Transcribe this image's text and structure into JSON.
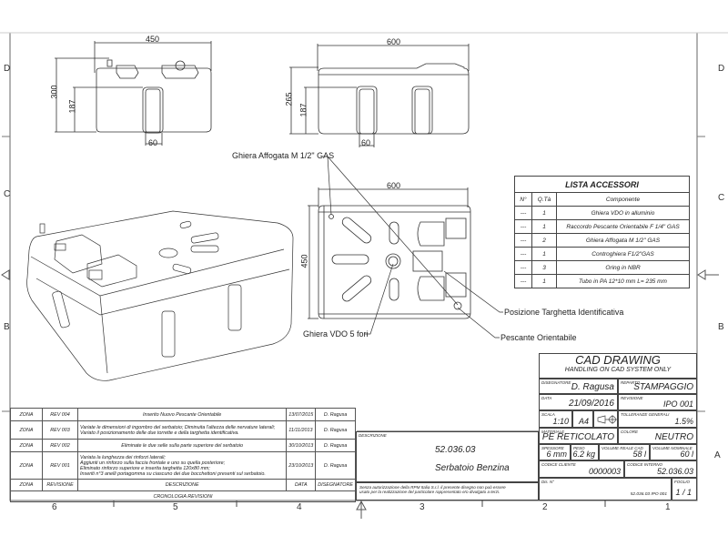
{
  "border": {
    "columns": [
      "6",
      "5",
      "4",
      "3",
      "2",
      "1"
    ],
    "rows_left": [
      "D",
      "C",
      "B"
    ],
    "rows_right": [
      "D",
      "C",
      "B",
      "A"
    ]
  },
  "views": {
    "front": {
      "width": "450",
      "height": "300",
      "inner_height": "187",
      "rib_width": "60"
    },
    "side": {
      "width": "600",
      "height": "265",
      "inner_height": "187",
      "rib_width": "60"
    },
    "top": {
      "width": "600",
      "height": "450"
    }
  },
  "callouts": {
    "ghiera_affogata": "Ghiera  Affogata M 1/2\" GAS",
    "ghiera_vdo": "Ghiera VDO 5 fori",
    "targhetta": "Posizione Targhetta Identificativa",
    "pescante": "Pescante Orientabile"
  },
  "accessories": {
    "title": "LISTA ACCESSORI",
    "headers": [
      "N°",
      "Q.Tà",
      "Componente"
    ],
    "rows": [
      {
        "n": "---",
        "qty": "1",
        "component": "Ghiera VDO in alluminio"
      },
      {
        "n": "---",
        "qty": "1",
        "component": "Raccordo Pescante Orientabile F 1/4\" GAS"
      },
      {
        "n": "---",
        "qty": "2",
        "component": "Ghiera Affogata M 1/2\" GAS"
      },
      {
        "n": "---",
        "qty": "1",
        "component": "Controghiera F1/2\"GAS"
      },
      {
        "n": "---",
        "qty": "3",
        "component": "Oring in NBR"
      },
      {
        "n": "---",
        "qty": "1",
        "component": "Tubo in PA 12*10 mm L= 235 mm"
      }
    ]
  },
  "revisions": {
    "rows": [
      {
        "zona": "ZONA",
        "rev": "REV 004",
        "desc": [
          "Inserito Nuovo Pescante Orientabile"
        ],
        "date": "13/07/2015",
        "author": "D. Ragusa"
      },
      {
        "zona": "ZONA",
        "rev": "REV 003",
        "desc": [
          "Variate le dimensioni di ingombro del serbatoio; Diminuita l'altezza delle nervature laterali;",
          "Variato il posizionamento delle due torrette e della targhetta identificativa."
        ],
        "date": "11/11/2013",
        "author": "D. Ragusa"
      },
      {
        "zona": "ZONA",
        "rev": "REV 002",
        "desc": [
          "Eliminate le due selle sulla parte superiore del serbatoio"
        ],
        "date": "30/10/2013",
        "author": "D. Ragusa"
      },
      {
        "zona": "ZONA",
        "rev": "REV 001",
        "desc": [
          "Variata la lunghezza dei rinforzi laterali;",
          "Aggiunti un rinforzo sulla faccia frontale e uno su quella posteriore;",
          "Eliminato rinforzo superiore e inserita targhetta 120x80 mm;",
          "Inseriti n°3 anelli portagomma su ciascuno dei due bocchettoni presenti sul serbatoio."
        ],
        "date": "23/10/2013",
        "author": "D. Ragusa"
      }
    ],
    "header": {
      "zona": "ZONA",
      "rev": "REVISIONE",
      "desc": "DESCRIZIONE",
      "date": "DATA",
      "author": "DISEGNATORE"
    },
    "footer": "CRONOLOGIA REVISIONI"
  },
  "description": {
    "caption": "DESCRIZIONE",
    "code": "52.036.03",
    "name": "Serbatoio Benzina",
    "disclaimer_1": "Senza autorizzazione della RPM Italia S.r.l. il presente disegno non può essere",
    "disclaimer_2": "usato per la realizzazione del particolare rappresentato e/o divulgato a terzi."
  },
  "title_block": {
    "title": "CAD  DRAWING",
    "subtitle": "HANDLING  ON  CAD SYSTEM  ONLY",
    "designer_label": "DISEGNATORE",
    "designer": "D. Ragusa",
    "department_label": "REPARTO",
    "department": "STAMPAGGIO",
    "date_label": "DATA",
    "date": "21/09/2016",
    "revision_label": "REVISIONE",
    "revision": "IPO 001",
    "scale_label": "SCALA",
    "scale": "1:10",
    "format": "A4",
    "tolerance_label": "TOLLERANZE GENERALI",
    "tolerance": "1.5%",
    "material_label": "MATERIALE",
    "material": "PE RETICOLATO",
    "color_label": "COLORE",
    "color": "NEUTRO",
    "thickness_label": "SPESSORE",
    "thickness": "6 mm",
    "weight_label": "PESO",
    "weight": "6.2 kg",
    "cad_volume_label": "VOLUME Reale CAD",
    "cad_volume": "58 l",
    "nominal_volume_label": "VOLUME Nominale",
    "nominal_volume": "60 l",
    "client_code_label": "CODICE CLIENTE",
    "client_code": "0000003",
    "internal_code_label": "CODICE INTERNO",
    "internal_code": "52.036.03",
    "drawing_no_label": "Dis. N°",
    "drawing_no": "52.036.03 IPO 001",
    "sheet_label": "FOGLIO",
    "sheet": "1 / 1"
  }
}
